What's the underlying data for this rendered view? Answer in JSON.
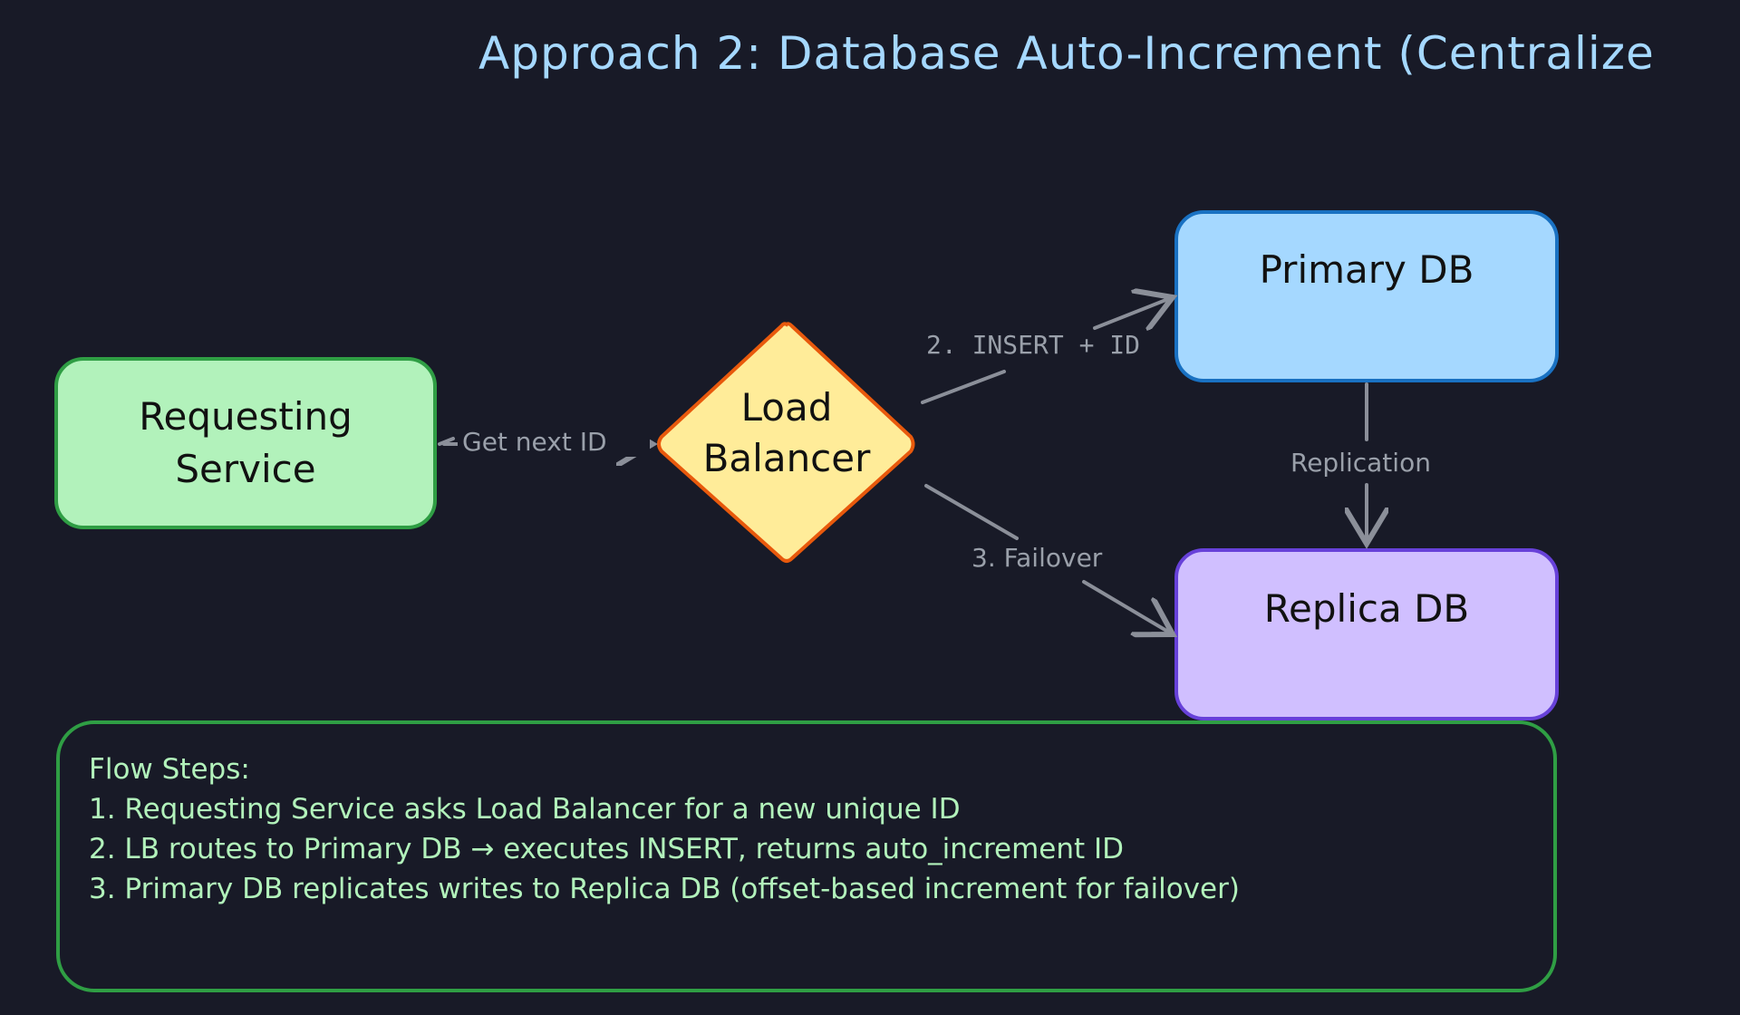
{
  "title": "Approach 2: Database Auto-Increment (Centralize",
  "nodes": {
    "requesting_service": {
      "lines": [
        "Requesting",
        "Service"
      ],
      "fill": "#b2f2bb",
      "stroke": "#2f9e44"
    },
    "load_balancer": {
      "lines": [
        "Load",
        "Balancer"
      ],
      "fill": "#ffec99",
      "stroke": "#e8590c"
    },
    "primary_db": {
      "lines": [
        "Primary DB"
      ],
      "fill": "#a5d8ff",
      "stroke": "#1971c2"
    },
    "replica_db": {
      "lines": [
        "Replica DB"
      ],
      "fill": "#d0bfff",
      "stroke": "#6741d9"
    }
  },
  "edges": {
    "get_next_id": "Get next ID",
    "insert_id": "2. INSERT + ID",
    "replication": "Replication",
    "failover": "3. Failover"
  },
  "notes": {
    "heading": "Flow Steps:",
    "steps": [
      "1. Requesting Service asks Load Balancer for a new unique ID",
      "2. LB routes to Primary DB → executes INSERT, returns auto_increment ID",
      "3. Primary DB replicates writes to Replica DB (offset-based increment for failover)"
    ]
  },
  "colors": {
    "background": "#181a27",
    "title": "#a5d8ff",
    "arrow": "#8b8f99",
    "edge_label": "#9aa0aa",
    "notes_text": "#b2f2bb",
    "notes_border": "#2f9e44"
  }
}
